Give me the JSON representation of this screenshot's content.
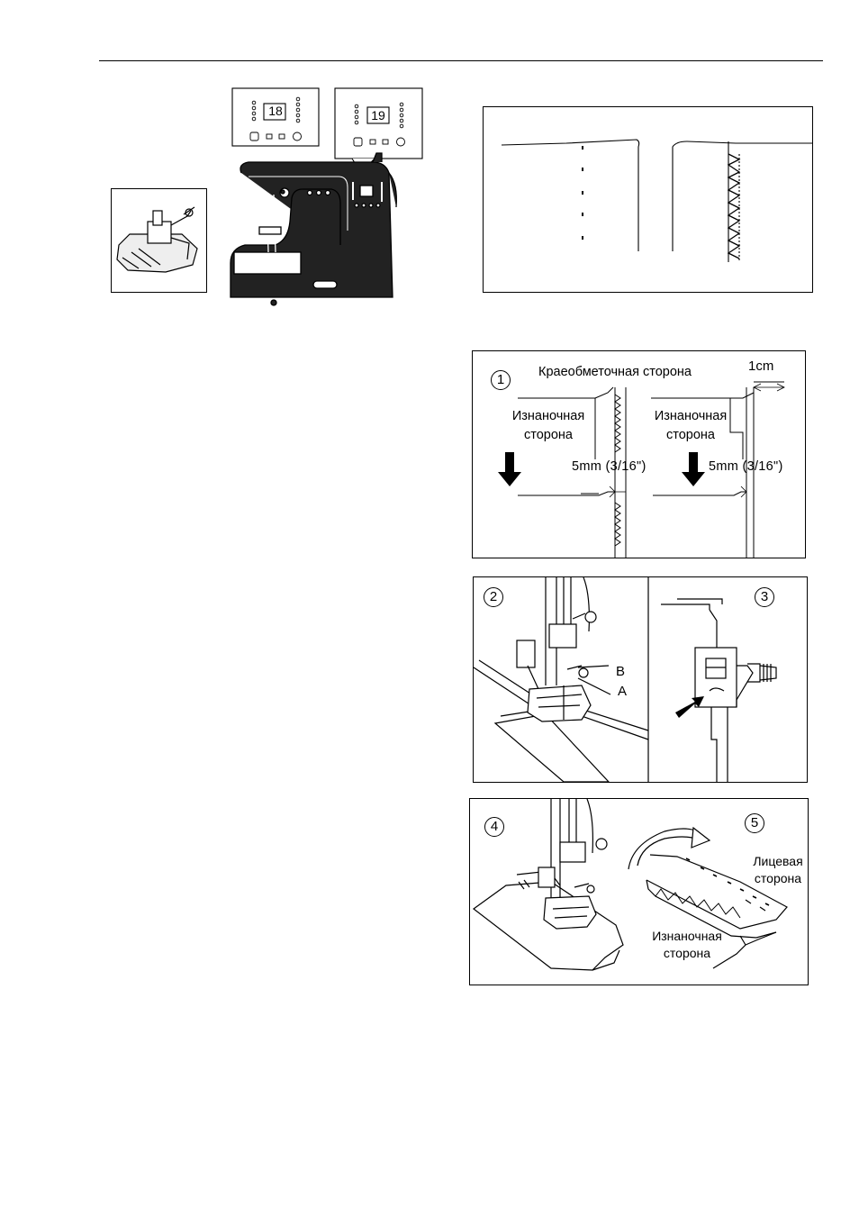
{
  "page": {
    "header_rule": true
  },
  "machine_figure": {
    "display_left": "18",
    "display_right": "19"
  },
  "fig1": {
    "num": "1",
    "overlock_side": "Краеобметочная сторона",
    "width_label": "1cm",
    "wrong_side_left": "Изнаночная\nсторона",
    "wrong_side_right": "Изнаночная\nсторона",
    "gap_left": "5mm (3/16\")",
    "gap_right": "5mm (3/16\")"
  },
  "fig2": {
    "num": "2",
    "label_b": "B",
    "label_a": "A"
  },
  "fig3": {
    "num": "3"
  },
  "fig4": {
    "num": "4"
  },
  "fig5": {
    "num": "5",
    "right_side": "Лицевая\nсторона",
    "wrong_side": "Изнаночная\nсторона"
  }
}
